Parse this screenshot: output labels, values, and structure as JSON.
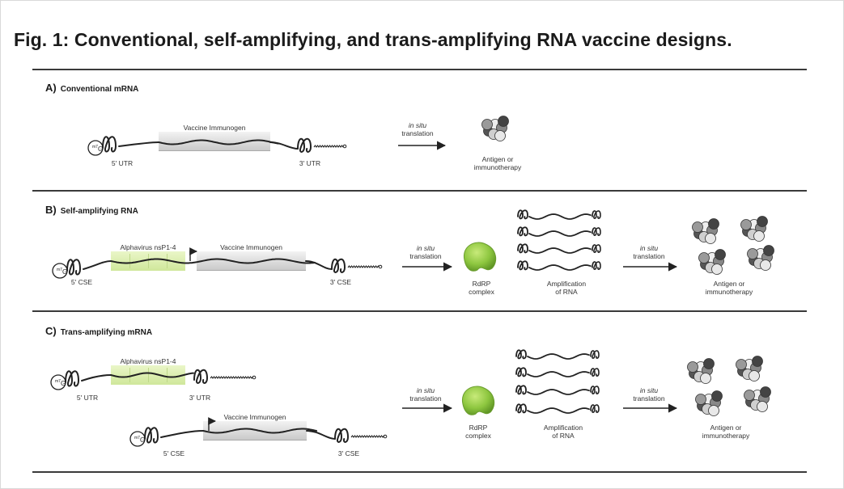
{
  "title": "Fig. 1: Conventional, self-amplifying, and trans-amplifying RNA vaccine designs.",
  "cap_label_sup": "m",
  "cap_label_num": "7",
  "cap_label_g": "G",
  "panel_a": {
    "letter": "A)",
    "heading": "Conventional mRNA",
    "immunogen": "Vaccine Immunogen",
    "utr5": "5' UTR",
    "utr3": "3' UTR",
    "arrow_italic": "in situ",
    "arrow_text": "translation",
    "product_line1": "Antigen or",
    "product_line2": "immunotherapy"
  },
  "panel_b": {
    "letter": "B)",
    "heading": "Self-amplifying RNA",
    "replicase": "Alphavirus nsP1-4",
    "immunogen": "Vaccine Immunogen",
    "cse5": "5' CSE",
    "cse3": "3' CSE",
    "arrow1_italic": "in situ",
    "arrow1_text": "translation",
    "rdrp_line1": "RdRP",
    "rdrp_line2": "complex",
    "amp_line1": "Amplification",
    "amp_line2": "of RNA",
    "arrow2_italic": "in situ",
    "arrow2_text": "translation",
    "product_line1": "Antigen or",
    "product_line2": "immunotherapy"
  },
  "panel_c": {
    "letter": "C)",
    "heading": "Trans-amplifying mRNA",
    "replicase": "Alphavirus nsP1-4",
    "utr5": "5' UTR",
    "utr3": "3' UTR",
    "immunogen": "Vaccine Immunogen",
    "cse5": "5' CSE",
    "cse3": "3' CSE",
    "arrow1_italic": "in situ",
    "arrow1_text": "translation",
    "rdrp_line1": "RdRP",
    "rdrp_line2": "complex",
    "amp_line1": "Amplification",
    "amp_line2": "of RNA",
    "arrow2_italic": "in situ",
    "arrow2_text": "translation",
    "product_line1": "Antigen or",
    "product_line2": "immunotherapy"
  },
  "colors": {
    "rule": "#3a3a3a",
    "rdrp_green": "#8dc63f",
    "replicase_green": "#d8ecaa",
    "immunogen_gray": "#d4d4d4",
    "protein_dark": "#555555",
    "protein_light": "#d9d9d9"
  }
}
